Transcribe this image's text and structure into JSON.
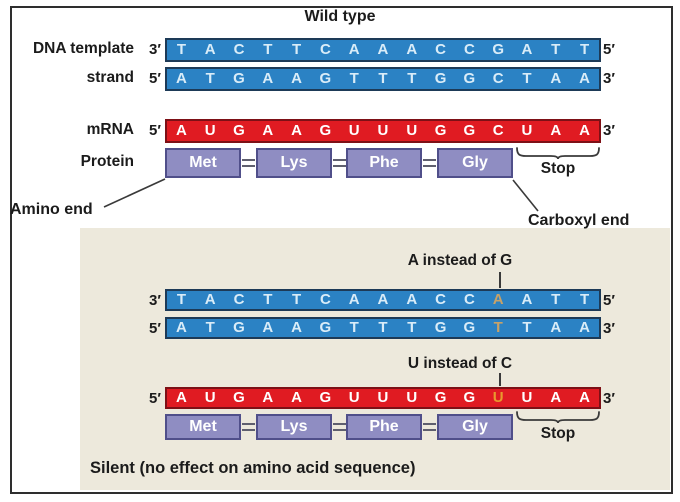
{
  "title": "Wild type",
  "labels": {
    "dna_template_line1": "DNA template",
    "dna_template_line2": "strand",
    "mrna": "mRNA",
    "protein": "Protein",
    "amino_end": "Amino end",
    "carboxyl_end": "Carboxyl end",
    "stop": "Stop",
    "five_prime": "5′",
    "three_prime": "3′"
  },
  "wild": {
    "template": [
      "T",
      "A",
      "C",
      "T",
      "T",
      "C",
      "A",
      "A",
      "A",
      "C",
      "C",
      "G",
      "A",
      "T",
      "T"
    ],
    "coding": [
      "A",
      "T",
      "G",
      "A",
      "A",
      "G",
      "T",
      "T",
      "T",
      "G",
      "G",
      "C",
      "T",
      "A",
      "A"
    ],
    "mrna": [
      "A",
      "U",
      "G",
      "A",
      "A",
      "G",
      "U",
      "U",
      "U",
      "G",
      "G",
      "C",
      "U",
      "A",
      "A"
    ],
    "protein": [
      "Met",
      "Lys",
      "Phe",
      "Gly"
    ]
  },
  "mutant": {
    "annotation_dna": "A instead of G",
    "annotation_rna": "U instead of C",
    "template": [
      "T",
      "A",
      "C",
      "T",
      "T",
      "C",
      "A",
      "A",
      "A",
      "C",
      "C",
      "A",
      "A",
      "T",
      "T"
    ],
    "coding": [
      "A",
      "T",
      "G",
      "A",
      "A",
      "G",
      "T",
      "T",
      "T",
      "G",
      "G",
      "T",
      "T",
      "A",
      "A"
    ],
    "mrna": [
      "A",
      "U",
      "G",
      "A",
      "A",
      "G",
      "U",
      "U",
      "U",
      "G",
      "G",
      "U",
      "U",
      "A",
      "A"
    ],
    "protein": [
      "Met",
      "Lys",
      "Phe",
      "Gly"
    ],
    "highlight_index": 11,
    "caption": "Silent (no effect on amino acid sequence)"
  },
  "colors": {
    "dna_fill": "#2b82c4",
    "dna_border": "#1d3a57",
    "rna_fill": "#e01b22",
    "rna_border": "#7d1016",
    "protein_fill": "#8f8dc2",
    "protein_border": "#504f8a",
    "panel_bg": "#ede9dc",
    "dna_mut_letter": "#c7a268",
    "rna_mut_letter": "#e8992e"
  }
}
